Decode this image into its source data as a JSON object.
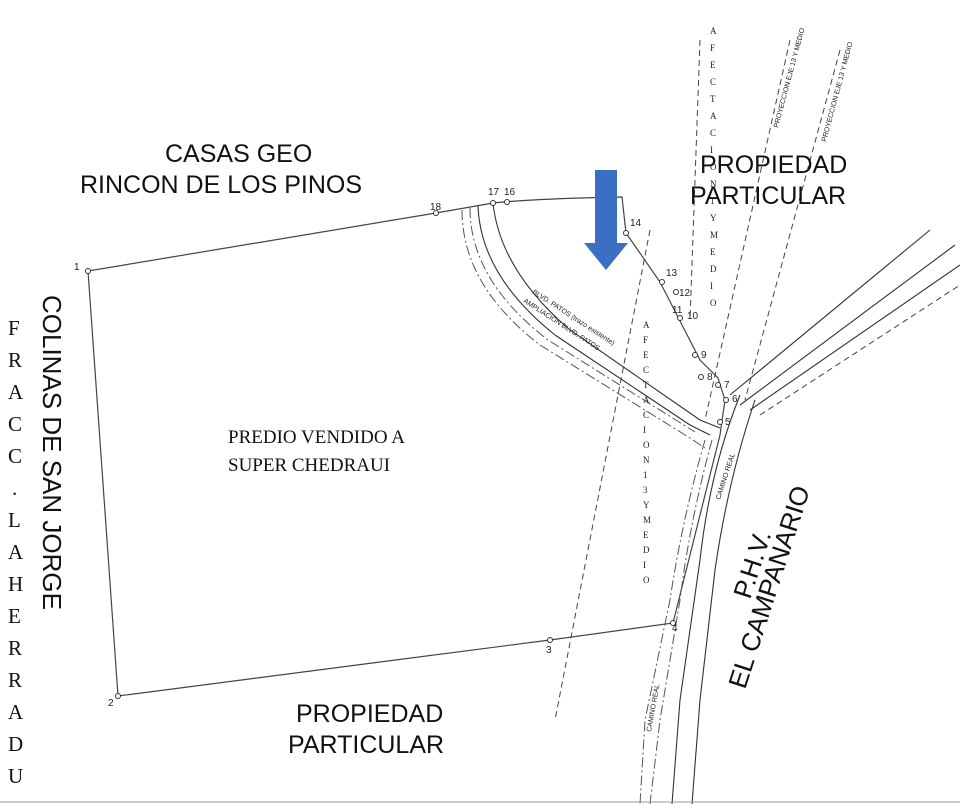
{
  "labels": {
    "north_neighbor_line1": "CASAS GEO",
    "north_neighbor_line2": "RINCON DE LOS PINOS",
    "east_top_line1": "PROPIEDAD",
    "east_top_line2": "PARTICULAR",
    "south_line1": "PROPIEDAD",
    "south_line2": "PARTICULAR",
    "west_neighbor": "COLINAS DE SAN JORGE",
    "fracc_letters": [
      "F",
      "R",
      "A",
      "C",
      "C",
      ".",
      "L",
      "A",
      "H",
      "E",
      "R",
      "R",
      "A",
      "D",
      "U"
    ],
    "parcel_line1": "PREDIO VENDIDO A",
    "parcel_line2": "SUPER CHEDRAUI",
    "phv_line1": "P.H.V.",
    "phv_line2": "EL CAMPANARIO",
    "blvd_existing": "BLVD. PATOS (trazo existente)",
    "blvd_ampliacion": "AMPLIACION BLVD. PATOS",
    "camino_real_1": "CAMINO REAL",
    "camino_real_2": "CAMINO REAL",
    "proyeccion_1": "PROYECCION EJE 13 Y MEDIO",
    "proyeccion_2": "PROYECCION EJE 13 Y MEDIO",
    "afectacion_top_letters": [
      "A",
      "F",
      "E",
      "C",
      "T",
      "A",
      "C",
      "I",
      "O",
      "N",
      "1",
      "Y",
      "M",
      "E",
      "D",
      "I",
      "O"
    ],
    "afectacion_mid_letters": [
      "A",
      "F",
      "E",
      "C",
      "T",
      "A",
      "C",
      "I",
      "O",
      "N",
      "1",
      "3",
      "Y",
      "M",
      "E",
      "D",
      "I",
      "O"
    ]
  },
  "vertices": [
    "1",
    "2",
    "3",
    "4",
    "5",
    "6",
    "7",
    "8",
    "9",
    "10",
    "11",
    "12",
    "13",
    "14",
    "16",
    "17",
    "18"
  ],
  "arrow_color": "#3a6fc4"
}
